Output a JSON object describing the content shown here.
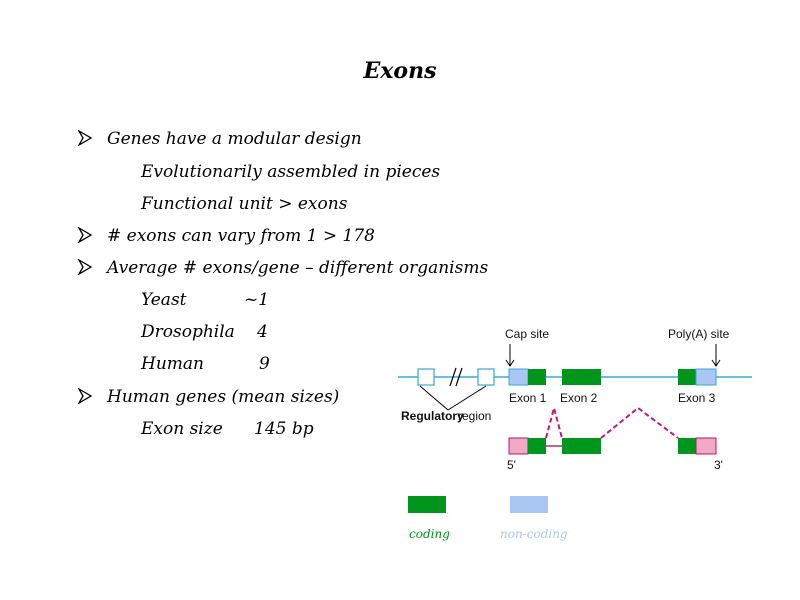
{
  "title": "Exons",
  "bullets": [
    {
      "text": "Genes have a modular design"
    },
    {
      "text": "# exons can vary from 1 > 178"
    },
    {
      "text": "Average # exons/gene – different organisms"
    },
    {
      "text": "Human genes (mean sizes)"
    }
  ],
  "sub": {
    "evolution": "Evolutionarily assembled in pieces",
    "functional": "Functional unit > exons",
    "yeast_label": "Yeast",
    "yeast_value": "~1",
    "drosophila_label": "Drosophila",
    "drosophila_value": "4",
    "human_label": "Human",
    "human_value": "9",
    "exon_size_label": "Exon size",
    "exon_size_value": "145 bp"
  },
  "diagram": {
    "cap_site": "Cap site",
    "polya_site": "Poly(A) site",
    "exon1": "Exon 1",
    "exon2": "Exon 2",
    "exon3": "Exon 3",
    "regulatory": "Regulatory",
    "region": "region",
    "five_prime": "5'",
    "three_prime": "3'"
  },
  "legend": {
    "coding": "coding",
    "non_coding": "non-coding",
    "coding_color": "#00961e",
    "non_coding_color": "#aac6f2"
  }
}
